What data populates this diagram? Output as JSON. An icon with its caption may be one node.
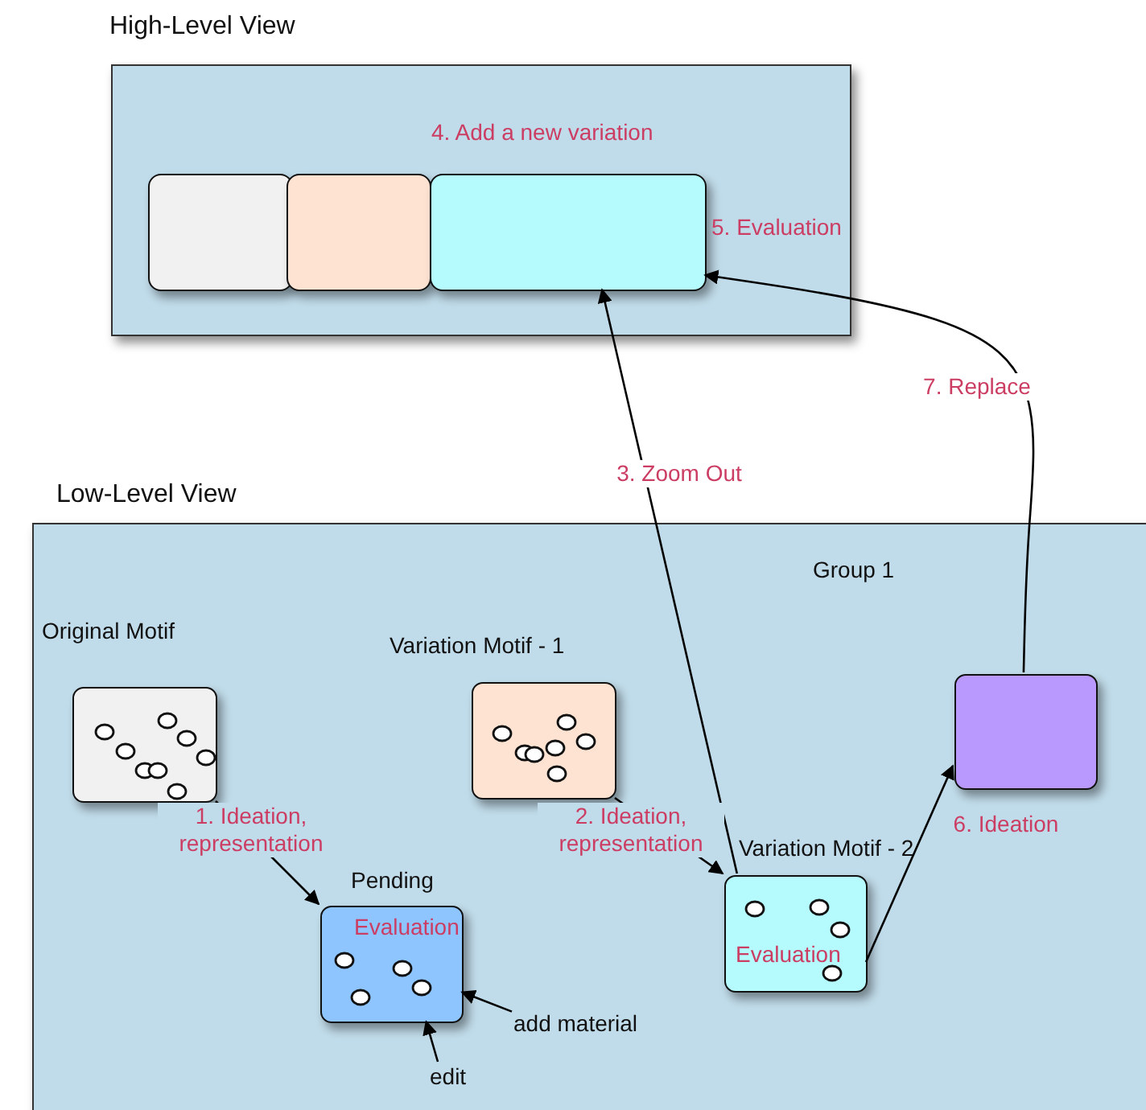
{
  "diagram": {
    "nodes": [
      {
        "text": [
          "High-Level View"
        ]
      },
      {
        "text": [],
        "shape": "box",
        "in": 0
      },
      {
        "text": [],
        "shape": "box",
        "in": 0
      },
      {
        "text": [],
        "shape": "box",
        "in": 0,
        "beside": [
          "5. Evaluation"
        ]
      },
      {
        "text": [
          "Low-Level View"
        ]
      },
      {
        "text": [
          "Original Motif"
        ],
        "in": 4
      },
      {
        "text": [
          "Variation Motif - 1"
        ],
        "in": 4
      },
      {
        "text": [
          "Pending",
          "Evaluation"
        ],
        "in": 4
      },
      {
        "text": [
          "Variation Motif - 2",
          "Evaluation"
        ],
        "in": 4
      },
      {
        "text": [],
        "shape": "box",
        "in": 4
      },
      {
        "text": [
          "add material"
        ],
        "in": 4
      },
      {
        "text": [
          "edit"
        ],
        "in": 4
      }
    ],
    "edges": [
      {
        "from": 5,
        "to": 7,
        "arrow": "to",
        "label": "1. Ideation, representation"
      },
      {
        "from": 6,
        "to": 8,
        "arrow": "to",
        "label": "2. Ideation, representation"
      },
      {
        "from": 8,
        "to": 3,
        "arrow": "to",
        "label": "3. Zoom Out"
      },
      {
        "from": 8,
        "to": 9,
        "arrow": "to",
        "label": "6. Ideation"
      },
      {
        "from": 9,
        "to": 3,
        "arrow": "to",
        "label": "7. Replace"
      },
      {
        "from": 10,
        "to": 7,
        "arrow": "to"
      },
      {
        "from": 11,
        "to": 7,
        "arrow": "to"
      }
    ],
    "labels": [
      "4. Add a new variation",
      "Group 1"
    ]
  }
}
